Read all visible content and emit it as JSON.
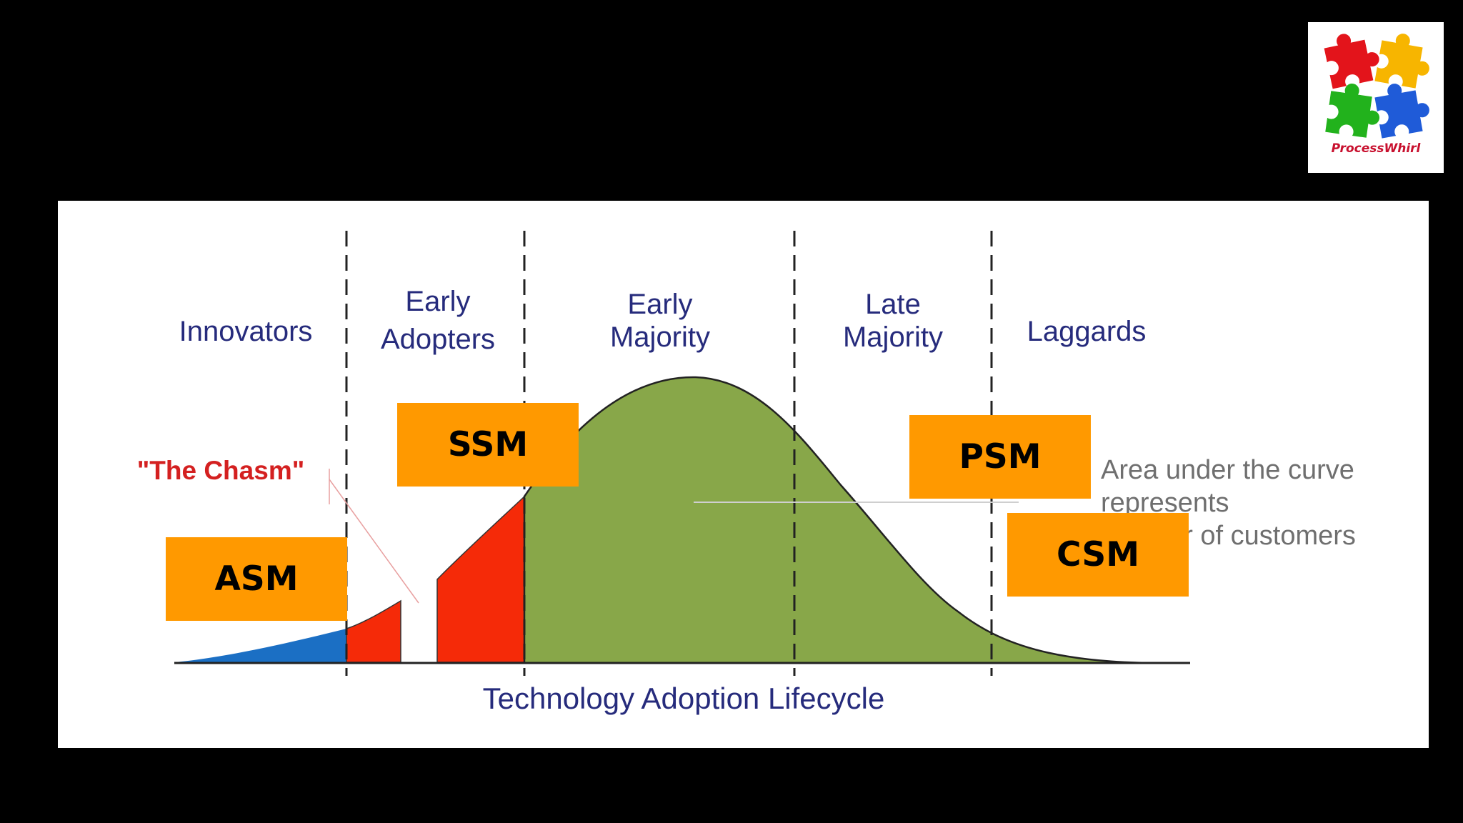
{
  "diagram": {
    "segments": [
      {
        "label_lines": [
          "Innovators"
        ]
      },
      {
        "label_lines": [
          "Early",
          "Adopters"
        ]
      },
      {
        "label_lines": [
          "Early",
          "Majority"
        ]
      },
      {
        "label_lines": [
          "Late",
          "Majority"
        ]
      },
      {
        "label_lines": [
          "Laggards"
        ]
      }
    ],
    "chasm_label": "\"The Chasm\"",
    "axis_label": "Technology Adoption Lifecycle",
    "note_lines": [
      "Area under the curve",
      "represents",
      "number of customers"
    ],
    "colors": {
      "innovators": "#1b6fc4",
      "chasm_area": "#f52a08",
      "majority": "#88a749",
      "label_text": "#262b7c",
      "chasm_text": "#d42020",
      "box": "#ff9900"
    }
  },
  "overlays": {
    "asm": "ASM",
    "ssm": "SSM",
    "psm": "PSM",
    "csm": "CSM"
  },
  "logo": {
    "text": "ProcessWhirl",
    "piece_icons": [
      "red-puzzle-piece-icon",
      "yellow-puzzle-piece-icon",
      "green-puzzle-piece-icon",
      "blue-puzzle-piece-icon"
    ]
  }
}
